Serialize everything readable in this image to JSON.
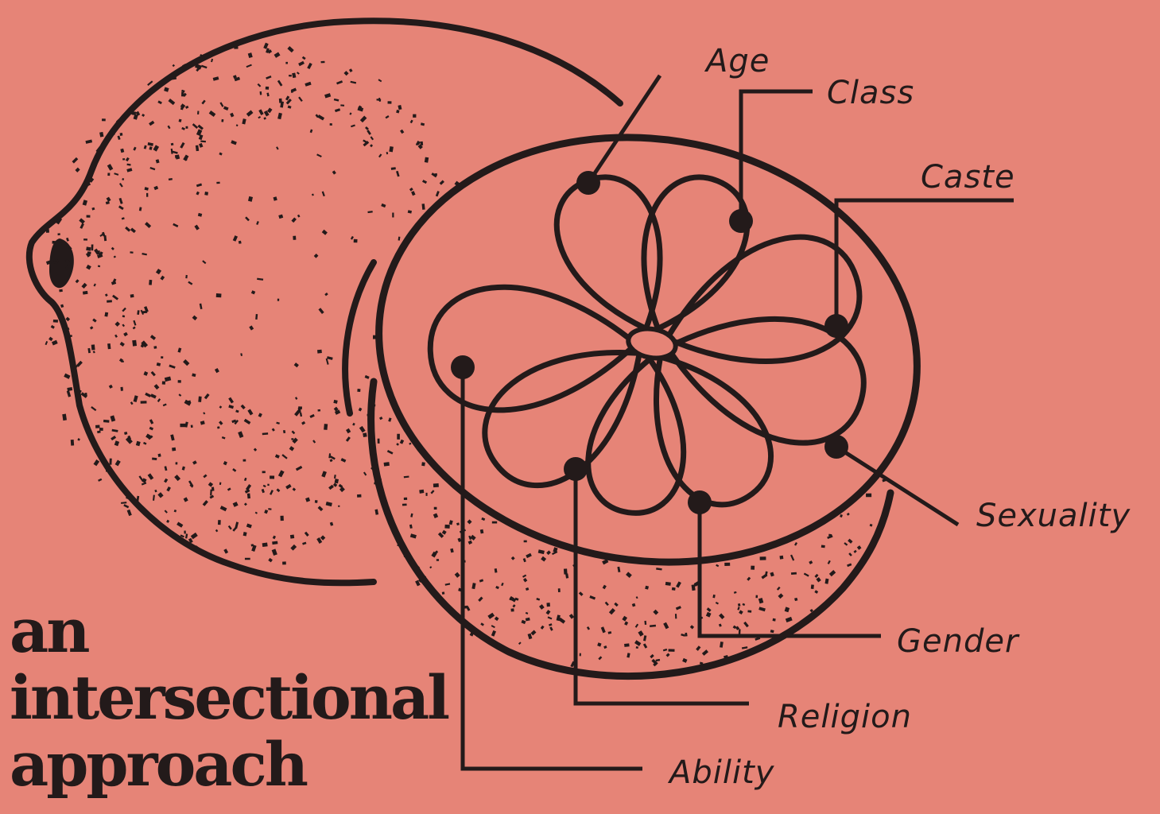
{
  "colors": {
    "background": "#e68477",
    "ink": "#231a1a"
  },
  "headline": {
    "line1": "an",
    "line2": "intersectional",
    "line3": "approach"
  },
  "labels": {
    "age": "Age",
    "class": "Class",
    "caste": "Caste",
    "sexuality": "Sexuality",
    "gender": "Gender",
    "religion": "Religion",
    "ability": "Ability"
  },
  "illustration": "lemon-whole-and-halved"
}
